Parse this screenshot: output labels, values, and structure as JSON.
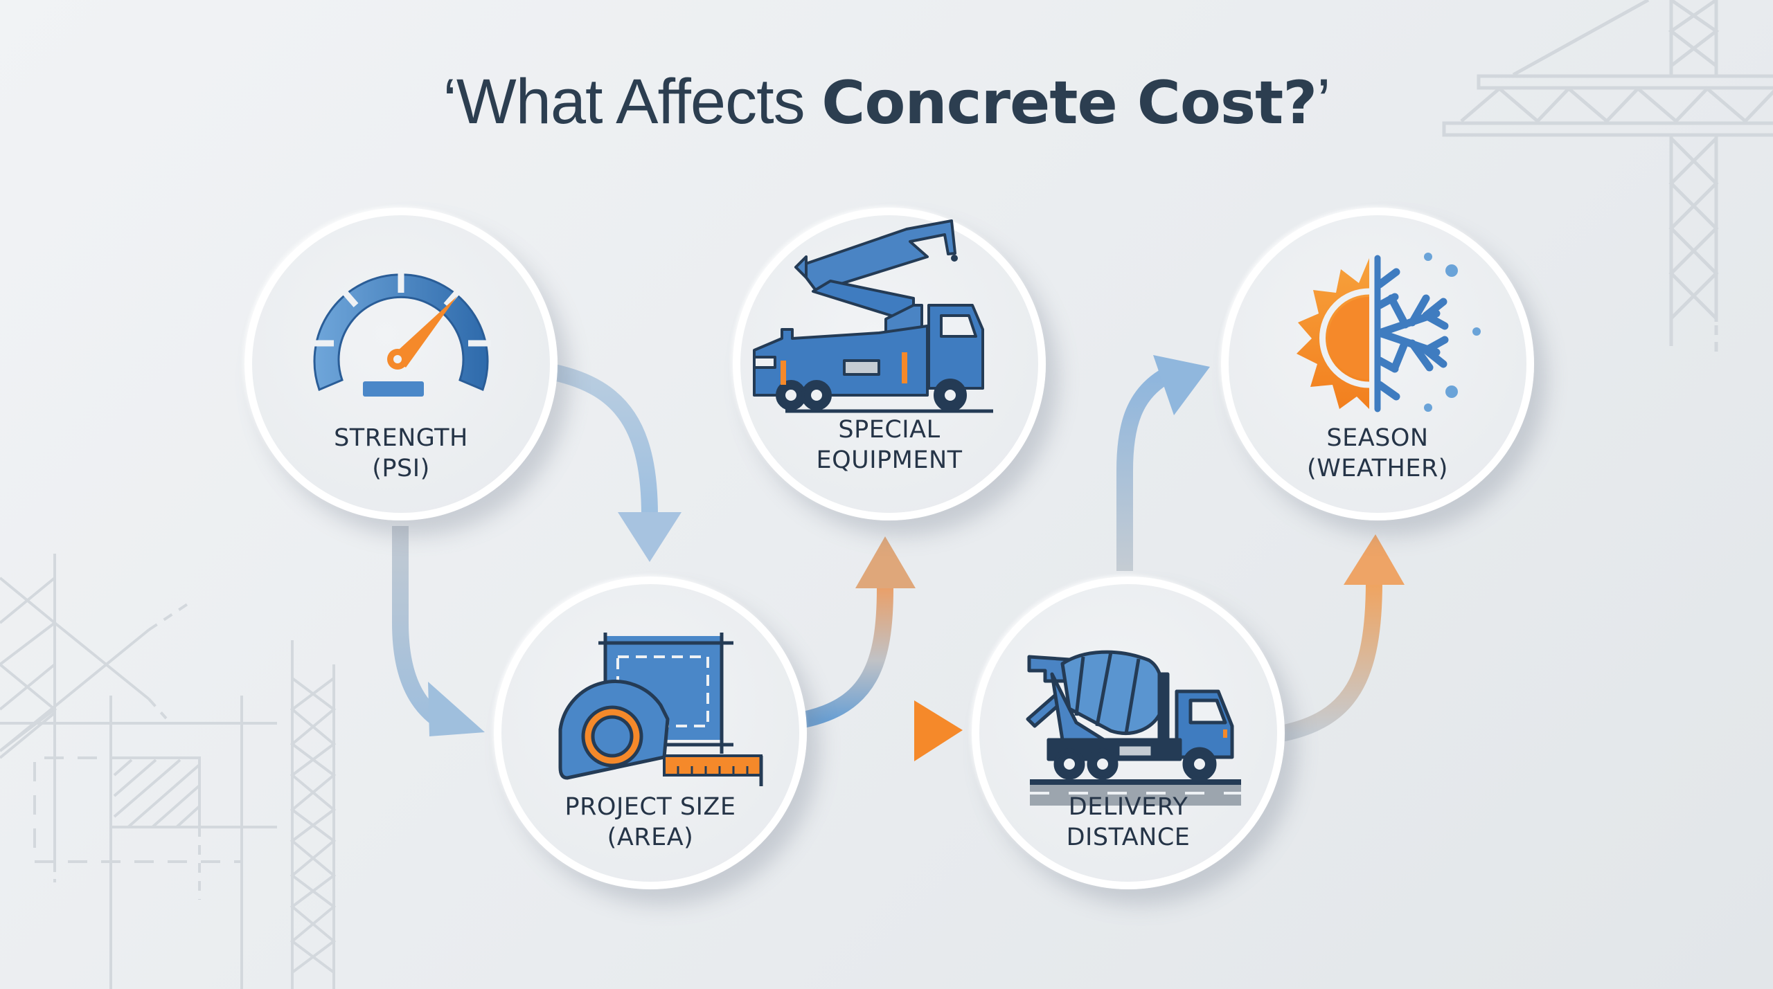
{
  "title": {
    "open_quote": "‘",
    "light": "What Affects ",
    "bold": "Concrete Cost?",
    "close_quote": "’"
  },
  "nodes": [
    {
      "id": "strength",
      "line1": "STRENGTH",
      "line2": "(PSI)",
      "icon": "speedometer-gauge-icon"
    },
    {
      "id": "special-equipment",
      "line1": "SPECIAL",
      "line2": "EQUIPMENT",
      "icon": "boom-pump-truck-icon"
    },
    {
      "id": "season",
      "line1": "SEASON",
      "line2": "(WEATHER)",
      "icon": "sun-snowflake-icon"
    },
    {
      "id": "project-size",
      "line1": "PROJECT SIZE",
      "line2": "(AREA)",
      "icon": "tape-measure-area-icon"
    },
    {
      "id": "delivery-distance",
      "line1": "DELIVERY",
      "line2": "DISTANCE",
      "icon": "concrete-mixer-truck-icon"
    }
  ],
  "flow": [
    {
      "from": "strength",
      "to": "project-size",
      "style": "blue-gray"
    },
    {
      "from": "strength",
      "to": "project-size",
      "style": "blue"
    },
    {
      "from": "project-size",
      "to": "special-equipment",
      "style": "blue-to-orange"
    },
    {
      "from": "project-size",
      "to": "delivery-distance",
      "style": "blue-to-orange"
    },
    {
      "from": "delivery-distance",
      "to": "season",
      "style": "gray-to-blue"
    },
    {
      "from": "delivery-distance",
      "to": "season",
      "style": "gray-to-orange"
    }
  ],
  "colors": {
    "primary_blue": "#3f7cc0",
    "light_blue": "#6aa3d8",
    "dark_navy": "#243b55",
    "accent_orange": "#f5892a",
    "text_dark": "#253447",
    "background": "#eceff2",
    "blueprint_lines": "#d3d8dd"
  }
}
